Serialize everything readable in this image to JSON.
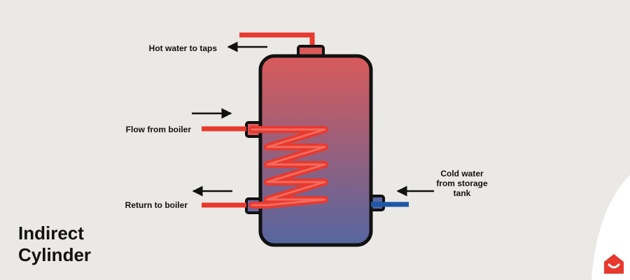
{
  "title": {
    "line1": "Indirect",
    "line2": "Cylinder"
  },
  "labels": {
    "hot_water": "Hot water to taps",
    "flow": "Flow from boiler",
    "return": "Return to boiler",
    "cold_water": [
      "Cold water",
      "from storage",
      "tank"
    ]
  },
  "colors": {
    "background": "#ebe9e6",
    "hot_pipe": "#e8392e",
    "cold_pipe": "#1d57a6",
    "tank_top": "#d85a5a",
    "tank_bottom": "#5566a0",
    "outline": "#111111",
    "logo": "#e8392e"
  },
  "icons": [
    "house-logo-icon"
  ]
}
